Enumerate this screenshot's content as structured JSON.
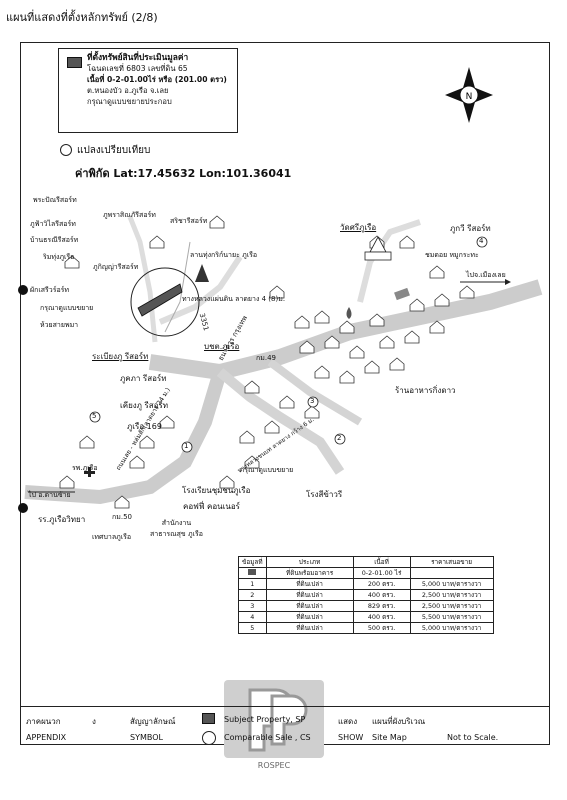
{
  "header": {
    "title": "แผนที่แสดงที่ตั้งหลักทรัพย์ (2/8)"
  },
  "legend": {
    "title": "ที่ตั้งทรัพย์สินที่ประเมินมูลค่า",
    "line1": "โฉนดเลขที่ 6803  เลขที่ดิน 65",
    "line2": "เนื้อที่ 0-2-01.00ไร่ หรือ (201.00 ตรว)",
    "line3": "ต.หนองบัว อ.ภูเรือ จ.เลย",
    "line4": "กรุณาดูแบบขยายประกอบ"
  },
  "compare_label": "แปลงเปรียบเทียบ",
  "coordinates": "ค่าพิกัด Lat:17.45632 Lon:101.36041",
  "compass": {
    "north": "N"
  },
  "places": {
    "pramnam": "พระปัณรีสอร์ท",
    "phuhaisak": "ภูพราสิณภัรีสอร์ท",
    "phuwiya": "ภูฟ้าวิไลรีสอร์ท",
    "baanuengchay": "บ้านธรณีรีสอร์ท",
    "rimphu": "ริมทุ่งภูเรือ",
    "sarinya": "สริชารีสอร์ท",
    "phusuvanna": "ภูกิญญ่ารีสอร์ท",
    "park": "ลานทุ่งกริก์นายะ ภูเรือ",
    "phamasuk": "ผักเสรีวร์อร์ท",
    "ruesi": "กรุณาดูแบบขยาย",
    "huaysai": "ห้วยสายพมา",
    "wat": "วัดศรีภูเรือ",
    "phukiri": "ภูกวี รีสอร์ท",
    "chumchon": "ชมดอย หมูกระทะ",
    "pailoei": "ไปจ.เมืองเลย",
    "highway": "ทางหลวงแผ่นดิน ลาดยาง 4 (8)ม.",
    "route": "3351",
    "km49": "กม.49",
    "bank": "ธนาคาร\nกรุงเทพ",
    "bochayo": "บชต.ภูเรือ",
    "rabiangphu": "ระเบียงภู รีสอร์ท",
    "phukha": "ภูคภา รีสอร์ท",
    "kiangphu": "เคียงภู รีสอร์ท",
    "phuruea169": "ภูเรือ 169",
    "restaurant": "ร้านอาหารกิ่งดาว",
    "hospital": "รพ.ภูเรือ",
    "todanfai": "ไป อ.ด่านซ้าย",
    "school": "รร.ภูเรือวิทยา",
    "km50": "กม.50",
    "office": "สำนักงาน\nสาธารณสุข ภูเรือ",
    "municipality": "เทศบาลภูเรือ",
    "coffee": "คอฟฟี่ คอนเนอร์",
    "chumchonschool": "โรงเรียนชุมชนภูเรือ",
    "expand2": "กรุณาดูแบบขยาย",
    "rongsiwath": "โรงสีข้าวรี",
    "road_loei": "ถนนเลย - หล่มสัก(ลาดยาง 24 ม.)",
    "road_soi": "ทางหลวงชนบท ลาดยาง กว้าง 6 ม."
  },
  "markers": [
    "1",
    "2",
    "3",
    "4",
    "5"
  ],
  "table": {
    "headers": [
      "ข้อมูลที่",
      "ประเภท",
      "เนื้อที่",
      "ราคาเสนอขาย"
    ],
    "rows": [
      [
        "",
        "ที่ดินพร้อมอาคาร",
        "0-2-01.00 ไร่",
        ""
      ],
      [
        "1",
        "ที่ดินเปล่า",
        "200 ตรว.",
        "5,000 บาท/ตารางวา"
      ],
      [
        "2",
        "ที่ดินเปล่า",
        "400 ตรว.",
        "2,500 บาท/ตารางวา"
      ],
      [
        "3",
        "ที่ดินเปล่า",
        "829 ตรว.",
        "2,500 บาท/ตารางวา"
      ],
      [
        "4",
        "ที่ดินเปล่า",
        "400 ตรว.",
        "5,500 บาท/ตารางวา"
      ],
      [
        "5",
        "ที่ดินเปล่า",
        "500 ตรว.",
        "5,000 บาท/ตารางวา"
      ]
    ]
  },
  "footer": {
    "appendix_th": "ภาคผนวก",
    "appendix_no": "ง",
    "appendix_en": "APPENDIX",
    "symbol_th": "สัญญาลักษณ์",
    "symbol_en": "SYMBOL",
    "subject": "Subject  Property, SP",
    "comparable": "Comparable Sale , CS",
    "show_th": "แสดง",
    "show_en": "SHOW",
    "map_th": "แผนที่ผังบริเวณ",
    "map_en": "Site Map",
    "scale": "Not to Scale."
  },
  "logo_text": "ROSPEC"
}
